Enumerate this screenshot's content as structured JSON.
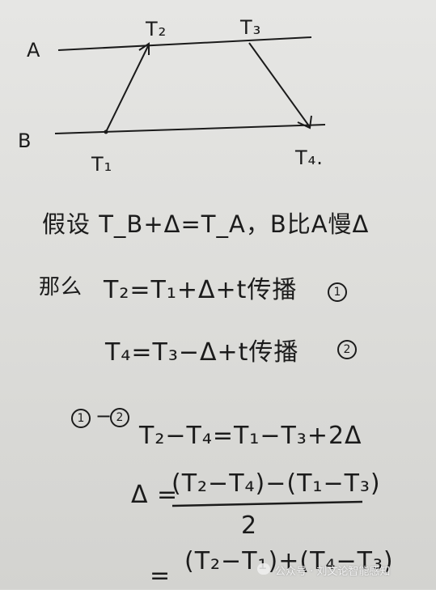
{
  "diagram": {
    "line_a_label": "A",
    "line_b_label": "B",
    "t1": "T₁",
    "t2": "T₂",
    "t3": "T₃",
    "t4": "T₄."
  },
  "notes": {
    "line1": "假设 T_B+Δ=T_A，B比A慢Δ",
    "line2_prefix": "那么",
    "line2": "T₂=T₁+Δ+t传播",
    "line2_mark": "1",
    "line3": "T₄=T₃−Δ+t传播",
    "line3_mark": "2",
    "line4_prefix_1": "1",
    "line4_dash": "−",
    "line4_prefix_2": "2",
    "line4": "T₂−T₄=T₁−T₃+2Δ",
    "line5_left": "Δ =",
    "line5_numerator": "(T₂−T₄)−(T₁−T₃)",
    "line5_denominator": "2",
    "line6_left": "=",
    "line6_numerator": "(T₂−T₁)+(T₄−T₃)"
  },
  "watermark": {
    "text": "公众号 · 刘文论智能感知"
  }
}
